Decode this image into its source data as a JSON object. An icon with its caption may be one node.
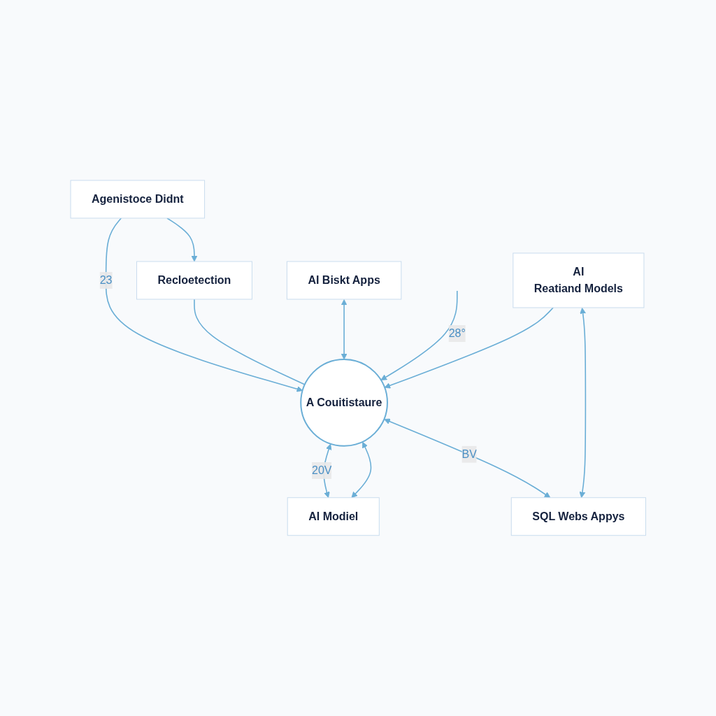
{
  "diagram": {
    "nodes": [
      {
        "text": [
          "Agenistoce Didnt"
        ]
      },
      {
        "text": [
          "Recloetection"
        ]
      },
      {
        "text": [
          "A Couitistaure"
        ]
      },
      {
        "text": [
          "AI Biskt Apps"
        ]
      },
      {
        "text": [
          "AI Modiel"
        ]
      },
      {
        "text": [
          "AI",
          "Reatiand Models"
        ]
      },
      {
        "text": [
          "SQL Webs Appys"
        ]
      }
    ],
    "edges": [
      {
        "from": 0,
        "to": 1,
        "arrow": "to"
      },
      {
        "from": 0,
        "to": 2,
        "arrow": "to",
        "label": "23"
      },
      {
        "from": 1,
        "to": 2,
        "arrow": "none"
      },
      {
        "from": 3,
        "to": 2,
        "arrow": "both"
      },
      {
        "from": null,
        "to": 2,
        "arrow": "to",
        "label": "28°"
      },
      {
        "from": 2,
        "to": 4,
        "arrow": "both",
        "label": "20V"
      },
      {
        "from": 2,
        "to": 4,
        "arrow": "both"
      },
      {
        "from": 5,
        "to": 2,
        "arrow": "to"
      },
      {
        "from": 2,
        "to": 6,
        "arrow": "both",
        "label": "BV"
      },
      {
        "from": 5,
        "to": 6,
        "arrow": "both"
      }
    ]
  }
}
